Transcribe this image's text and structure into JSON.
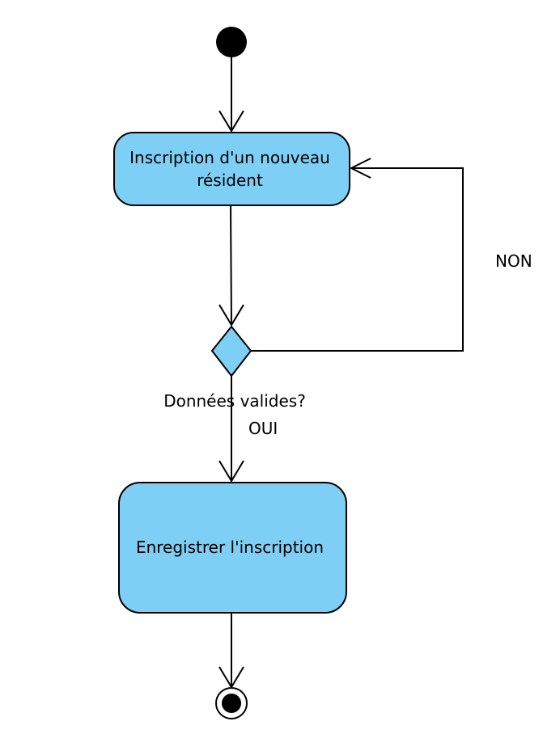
{
  "colors": {
    "node_fill": "#7ecff5",
    "stroke": "#000000",
    "background": "#ffffff"
  },
  "nodes": {
    "start": {
      "type": "initial-node"
    },
    "inscription": {
      "type": "action",
      "line1": "Inscription d'un nouveau",
      "line2": "résident"
    },
    "decision": {
      "type": "decision",
      "label": "Données valides?"
    },
    "enregistrer": {
      "type": "action",
      "label": "Enregistrer l'inscription"
    },
    "end": {
      "type": "final-node"
    }
  },
  "edges": {
    "yes_label": "OUI",
    "no_label": "NON"
  }
}
